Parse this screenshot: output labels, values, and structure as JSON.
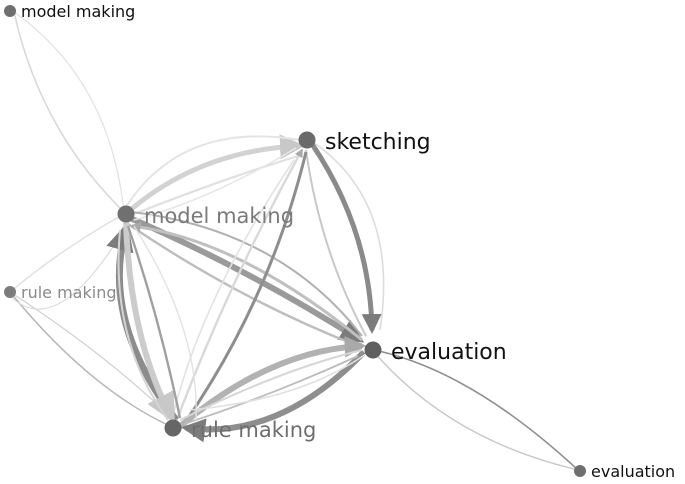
{
  "colors": {
    "background": "#ffffff",
    "node_dark": "#6e6e6e",
    "node_mid": "#7d7d7d",
    "node_light": "#8a8a8a",
    "label_dark": "#111111",
    "label_mid": "#6f6f6f",
    "label_light": "#8c8c8c"
  },
  "nodes": [
    {
      "id": "model-making-outer",
      "label": "model making"
    },
    {
      "id": "model-making",
      "label": "model making"
    },
    {
      "id": "sketching",
      "label": "sketching"
    },
    {
      "id": "rule-making-outer",
      "label": "rule making"
    },
    {
      "id": "evaluation",
      "label": "evaluation"
    },
    {
      "id": "rule-making",
      "label": "rule making"
    },
    {
      "id": "evaluation-outer",
      "label": "evaluation"
    }
  ]
}
